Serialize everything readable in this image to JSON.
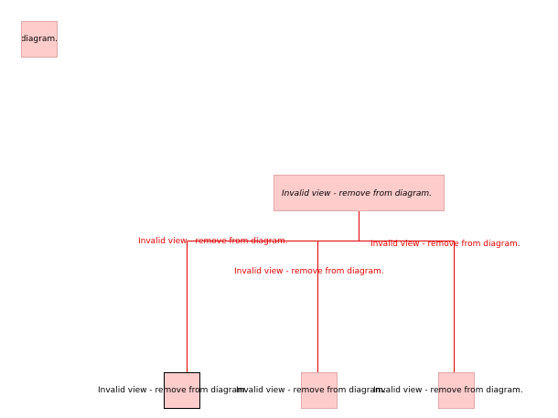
{
  "diagram": {
    "colors": {
      "node_fill": "#ffcccc",
      "node_border": "#e2a9a9",
      "wire": "#e00000",
      "edge_text": "#e00000"
    },
    "nodes": {
      "top_left": {
        "label": "Invalid view - remove from diagram."
      },
      "main": {
        "label": "Invalid view - remove from diagram."
      },
      "child_1": {
        "label": "Invalid view - remove from diagram."
      },
      "child_2": {
        "label": "Invalid view - remove from diagram."
      },
      "child_3": {
        "label": "Invalid view - remove from diagram."
      }
    },
    "edges": {
      "edge_1": {
        "label": "Invalid view - remove from diagram."
      },
      "edge_2": {
        "label": "Invalid view - remove from diagram."
      },
      "edge_3": {
        "label": "Invalid view - remove from diagram."
      }
    }
  }
}
